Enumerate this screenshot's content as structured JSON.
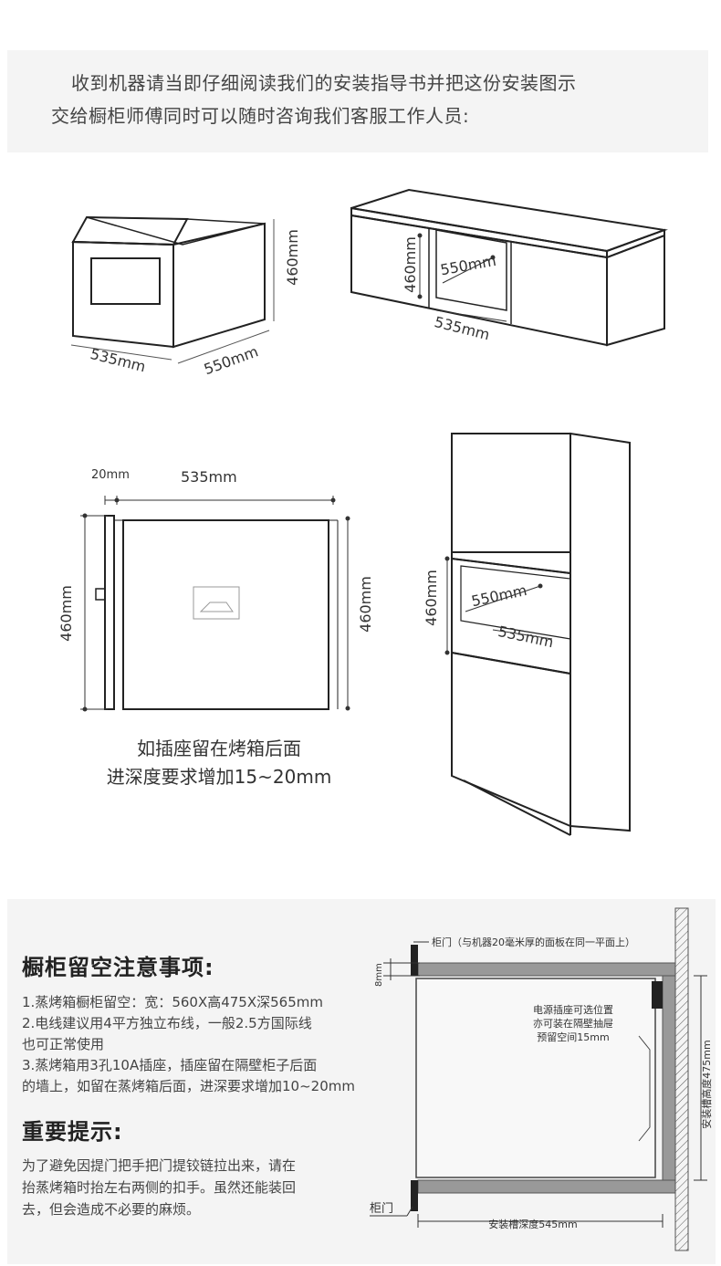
{
  "intro": {
    "line1": "收到机器请当即仔细阅读我们的安装指导书并把这份安装图示",
    "line2": "交给橱柜师傅同时可以随时咨询我们客服工作人员:"
  },
  "fig1": {
    "height": "460mm",
    "width": "535mm",
    "depth": "550mm"
  },
  "fig2": {
    "height": "460mm",
    "depth": "550mm",
    "width": "535mm"
  },
  "fig3": {
    "gap": "20mm",
    "width": "535mm",
    "height_left": "460mm",
    "height_right": "460mm"
  },
  "fig3_caption": {
    "line1": "如插座留在烤箱后面",
    "line2": "进深度要求增加15~20mm"
  },
  "fig4": {
    "height": "460mm",
    "depth": "550mm",
    "width": "535mm"
  },
  "notes": {
    "title": "橱柜留空注意事项:",
    "lines": [
      "1.蒸烤箱橱柜留空：宽：560X高475X深565mm",
      "2.电线建议用4平方独立布线，一般2.5方国际线",
      "也可正常使用",
      "3.蒸烤箱用3孔10A插座，插座留在隔壁柜子后面",
      "的墙上，如留在蒸烤箱后面，进深要求增加10~20mm"
    ],
    "tip_title": "重要提示:",
    "tip_lines": [
      "为了避免因提门把手把门提铰链拉出来，请在",
      "抬蒸烤箱时抬左右两侧的扣手。虽然还能装回",
      "去，但会造成不必要的麻烦。"
    ]
  },
  "fig5": {
    "top_label": "柜门（与机器20毫米厚的面板在同一平面上）",
    "thickness": "8mm",
    "socket_lines": [
      "电源插座可选位置",
      "亦可装在隔壁抽屉",
      "预留空间15mm"
    ],
    "height_label": "安装槽高度475mm",
    "depth_label": "安装槽深度545mm",
    "door_label": "柜门"
  }
}
